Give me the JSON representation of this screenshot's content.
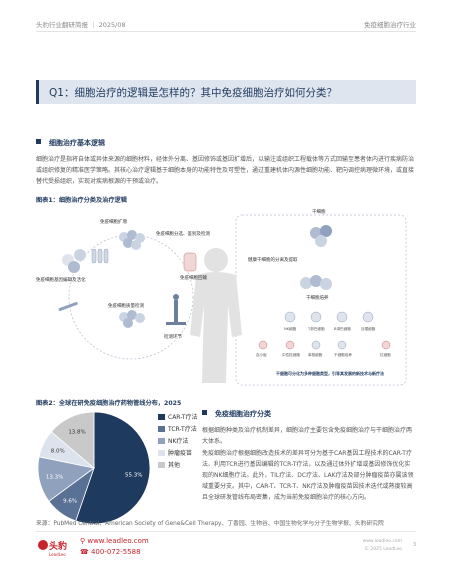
{
  "header": {
    "left": "头豹行业翻研简报 ｜ 2025/08",
    "right": "免疫细胞治疗行业"
  },
  "question": "Q1：细胞治疗的逻辑是怎样的？其中免疫细胞治疗如何分类？",
  "section1": {
    "title": "细胞治疗基本逻辑",
    "text": "细胞治疗是指将自体或异体来源的细胞材料，经体外分离、基因修饰或基因扩增后，以输注或组织工程载体等方式回输至患者体内进行疾病防治或组织修复的精准医学策略。其核心治疗逻辑基于细胞本身的功能特性及可塑性，通过重建机体内源性细胞功能、靶向调控病理微环境，或直接替代受损组织，实现对疾病根源的干预或治疗。"
  },
  "figure1": {
    "title": "图表1：细胞治疗分类及治疗逻辑",
    "labels": {
      "amplify": "免疫细胞扩增",
      "edit": "免疫细胞基因编辑及活化",
      "quality": "免疫细胞质量检测",
      "detect": "检测环节",
      "sort": "免疫细胞分选、鉴别及检测",
      "reinfuse": "免疫细胞回输",
      "stem": "干细胞",
      "stem_iso": "健康干细胞的分离及提取",
      "stem_amp": "干细胞培养",
      "nk": "NK细胞",
      "t": "T淋巴细胞",
      "b": "B淋巴细胞",
      "m": "巨噬细胞",
      "ery": "红细胞",
      "plt": "血小板",
      "neu": "中性粒细胞",
      "mono": "单核细胞",
      "stem_usage": "干细胞培养",
      "bottom": "干细胞可分化为多种细胞类型，引导其发展的新技术与新疗法"
    }
  },
  "figure2": {
    "title": "图表2：全球在研免疫细胞治疗药物管线分布，2025"
  },
  "chart_data": {
    "type": "pie",
    "categories": [
      "CAR-T疗法",
      "TCR-T疗法",
      "NK疗法",
      "肿瘤疫苗",
      "其他"
    ],
    "values": [
      55.3,
      9.6,
      13.3,
      8.0,
      13.8
    ],
    "value_labels": [
      "55.3%",
      "9.6%",
      "13.3%",
      "8.0%",
      "13.8%"
    ],
    "colors": [
      "#1f3a5f",
      "#5a7196",
      "#8fa1bd",
      "#dde3ec",
      "#c9c9c9"
    ],
    "legend_position": "right"
  },
  "section2": {
    "title": "免疫细胞治疗分类",
    "p1": "根据细胞种类及治疗机制差异，细胞治疗主要包含免疫细胞治疗与干细胞治疗两大体系。",
    "p2": "免疫细胞治疗根据细胞改造技术的差异可分为基于CAR基因工程技术的CAR-T疗法、利用TCR进行基因编辑的TCR-T疗法，以及通过体外扩增或基因修饰优化实现的NK细胞疗法。此外，TIL疗法、DC疗法、LAK疗法及部分肿瘤疫苗亦属该领域重要分支。其中，CAR-T、TCR-T、NK疗法及肿瘤疫苗因技术迭代或熟度较高且全球研发管线布局密集，成为当前免疫细胞治疗的核心方向。"
  },
  "source": "来源：PubMed Central、American Society of Gene&Cell Therapy、丁香园、生物谷、中国生物化学与分子生物学报、头豹研究院",
  "footer": {
    "logo_text": "头豹",
    "logo_sub": "LeadLeo",
    "web": "www.leadleo.com",
    "tel": "400-072-5588",
    "right1": "www.leadleo.com",
    "right2": "© 2025 LeadLeo",
    "page": "3"
  }
}
